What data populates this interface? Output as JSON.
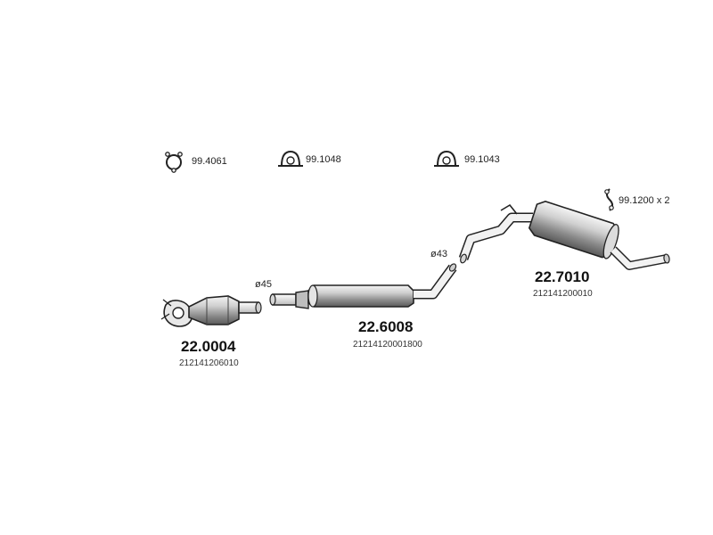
{
  "accessories": {
    "clamp_ring": "99.4061",
    "clamp_a": "99.1048",
    "clamp_b": "99.1043",
    "hanger": "99.1200 x 2"
  },
  "parts": {
    "catalyst": {
      "number": "22.0004",
      "oem": "212141206010"
    },
    "middle": {
      "number": "22.6008",
      "oem": "21214120001800"
    },
    "rear": {
      "number": "22.7010",
      "oem": "212141200010"
    }
  },
  "diameters": {
    "d1": "ø45",
    "d2": "ø43"
  }
}
